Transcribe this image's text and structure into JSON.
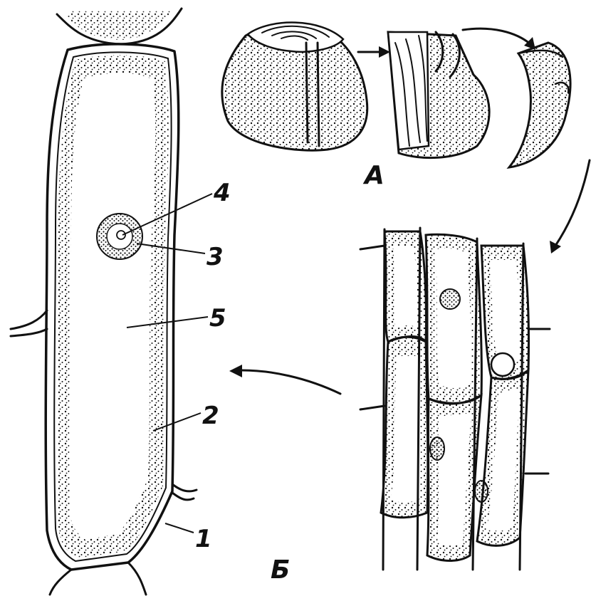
{
  "figure": {
    "panel_labels": {
      "a": "А",
      "b": "Б"
    },
    "part_labels": {
      "p1": "1",
      "p2": "2",
      "p3": "3",
      "p4": "4",
      "p5": "5"
    },
    "ink_color": "#111111",
    "background_color": "#ffffff"
  }
}
